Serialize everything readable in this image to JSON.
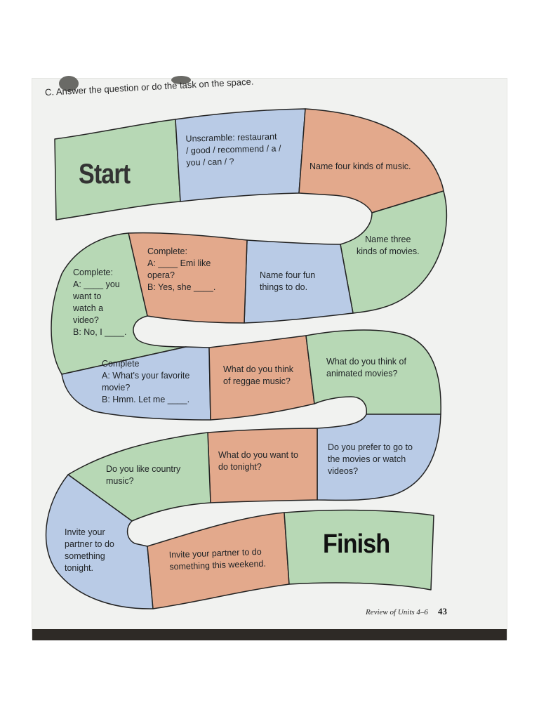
{
  "instruction": "C. Answer the question or do the task on the space.",
  "colors": {
    "green": "#b7d8b5",
    "blue": "#b9cbe6",
    "orange": "#e3a98c",
    "outline": "#222222",
    "page": "#f1f2f0"
  },
  "board": {
    "start_label": "Start",
    "finish_label": "Finish",
    "cells": [
      {
        "id": "unscramble",
        "text": "Unscramble: restaurant\n/ good / recommend / a /\nyou / can / ?"
      },
      {
        "id": "music-kinds",
        "text": "Name four kinds of music."
      },
      {
        "id": "movie-kinds",
        "text": "Name three\nkinds of movies."
      },
      {
        "id": "fun-things",
        "text": "Name four fun\nthings to do."
      },
      {
        "id": "complete-opera",
        "text": "Complete:\nA: ____ Emi like\n    opera?\nB: Yes, she ____."
      },
      {
        "id": "complete-video",
        "text": "Complete:\nA: ____ you\n    want to\n    watch a\n    video?\nB: No, I ____."
      },
      {
        "id": "complete-favorite",
        "text": "Complete\nA: What's your favorite\n    movie?\nB: Hmm. Let me ____."
      },
      {
        "id": "reggae",
        "text": "What do you think\nof reggae music?"
      },
      {
        "id": "animated",
        "text": "What do you think of\nanimated movies?"
      },
      {
        "id": "prefer",
        "text": "Do you prefer to go to\nthe movies or watch\nvideos?"
      },
      {
        "id": "tonight",
        "text": "What do you want to\ndo tonight?"
      },
      {
        "id": "country",
        "text": "Do you like country\nmusic?"
      },
      {
        "id": "invite-tonight",
        "text": "Invite your\npartner to do\nsomething\ntonight."
      },
      {
        "id": "invite-weekend",
        "text": "Invite your partner to do\nsomething this weekend."
      }
    ]
  },
  "footer": {
    "review": "Review of Units 4–6",
    "page_number": "43"
  }
}
